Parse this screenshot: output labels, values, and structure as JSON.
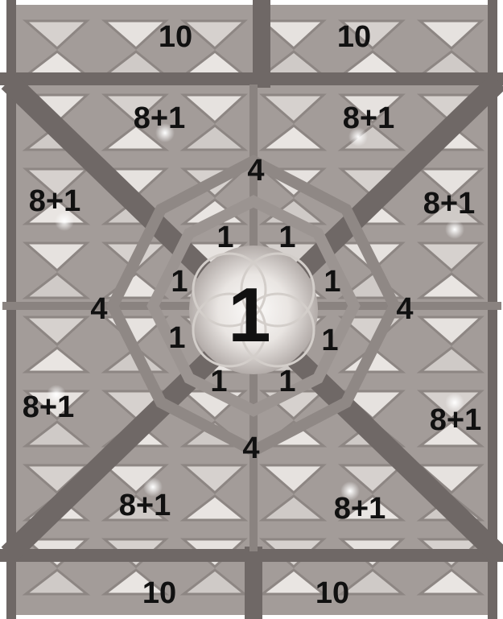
{
  "colors": {
    "background_frame": "#ffffff",
    "ceiling_dark": "#7e7775",
    "ceiling_mid": "#a69f9c",
    "ceiling_light": "#d8d3d0",
    "panel_pale": "#ece9e6",
    "center_glow": "#f6f4f2",
    "label_text": "#111111"
  },
  "labels": {
    "top_left": "10",
    "top_right": "10",
    "upper_left": "8+1",
    "upper_right": "8+1",
    "left_upper": "8+1",
    "right_upper": "8+1",
    "top_four": "4",
    "left_four": "4",
    "right_four": "4",
    "bottom_four": "4",
    "ring_top_left": "1",
    "ring_top_right": "1",
    "ring_left_upper": "1",
    "ring_right_upper": "1",
    "ring_left_lower": "1",
    "ring_right_lower": "1",
    "ring_bottom_left": "1",
    "ring_bottom_right": "1",
    "center": "1",
    "left_lower": "8+1",
    "right_lower": "8+1",
    "lower_left": "8+1",
    "lower_right": "8+1",
    "bottom_left": "10",
    "bottom_right": "10"
  }
}
